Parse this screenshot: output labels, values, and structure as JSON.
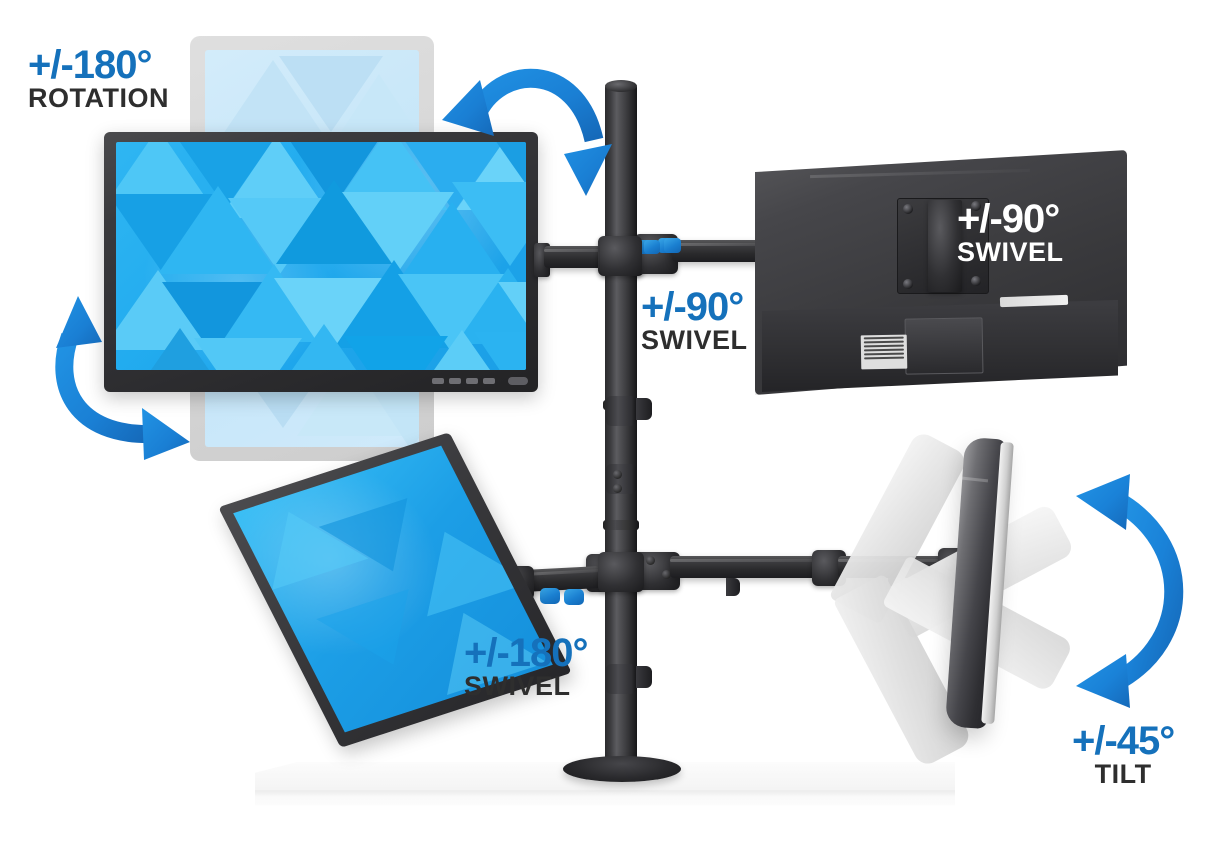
{
  "product": {
    "type": "quad-monitor-desk-mount",
    "background_color": "#ffffff",
    "accent_blue": "#1571bb",
    "arrow_blue": "#1b8fe0",
    "hardware_dark": "#2b2b2d",
    "screen_cyan": "#1fa9ee"
  },
  "callouts": [
    {
      "id": "rotation",
      "degrees": "+/-180°",
      "motion": "ROTATION",
      "text_color": "#1571bb",
      "sub_color": "#2e2e2e",
      "position": "top-left"
    },
    {
      "id": "swivel-top-center",
      "degrees": "+/-90°",
      "motion": "SWIVEL",
      "text_color": "#1571bb",
      "sub_color": "#2e2e2e",
      "position": "center-upper"
    },
    {
      "id": "swivel-top-right",
      "degrees": "+/-90°",
      "motion": "SWIVEL",
      "text_color": "#ffffff",
      "sub_color": "#ffffff",
      "position": "upper-right-on-monitor-back"
    },
    {
      "id": "swivel-bottom-center",
      "degrees": "+/-180°",
      "motion": "SWIVEL",
      "text_color": "#1571bb",
      "sub_color": "#2e2e2e",
      "position": "center-lower"
    },
    {
      "id": "tilt-bottom-right",
      "degrees": "+/-45°",
      "motion": "TILT",
      "text_color": "#1571bb",
      "sub_color": "#2e2e2e",
      "position": "bottom-right"
    }
  ],
  "arrows": [
    {
      "id": "rotation-arc-top",
      "style": "double-headed-curved",
      "color": "#1b8fe0"
    },
    {
      "id": "rotation-arc-left",
      "style": "double-headed-curved",
      "color": "#1b8fe0"
    },
    {
      "id": "tilt-arc-right",
      "style": "double-headed-curved",
      "color": "#1b8fe0"
    }
  ],
  "monitors": [
    {
      "id": "monitor-main-landscape",
      "view": "front",
      "wallpaper": "blue-triangles",
      "state": "active"
    },
    {
      "id": "monitor-ghost-portrait",
      "view": "front",
      "wallpaper": "blue-triangles",
      "state": "ghost-rotated"
    },
    {
      "id": "monitor-right-rear",
      "view": "rear",
      "wallpaper": "none",
      "state": "active"
    },
    {
      "id": "monitor-lower-left",
      "view": "angled-front",
      "wallpaper": "blue",
      "state": "active"
    },
    {
      "id": "monitor-lower-right",
      "view": "side-profile",
      "wallpaper": "none",
      "state": "active"
    },
    {
      "id": "monitor-ghost-tilt-up",
      "view": "side-profile",
      "state": "ghost-tilted-up"
    },
    {
      "id": "monitor-ghost-tilt-down",
      "view": "side-profile",
      "state": "ghost-tilted-down"
    }
  ],
  "hardware": {
    "pole": "center-vertical-pole",
    "base": "oval-grommet-base",
    "desk": "white-desk-surface",
    "arm_count": 4,
    "joint_accent": "blue-thumb-knobs"
  }
}
